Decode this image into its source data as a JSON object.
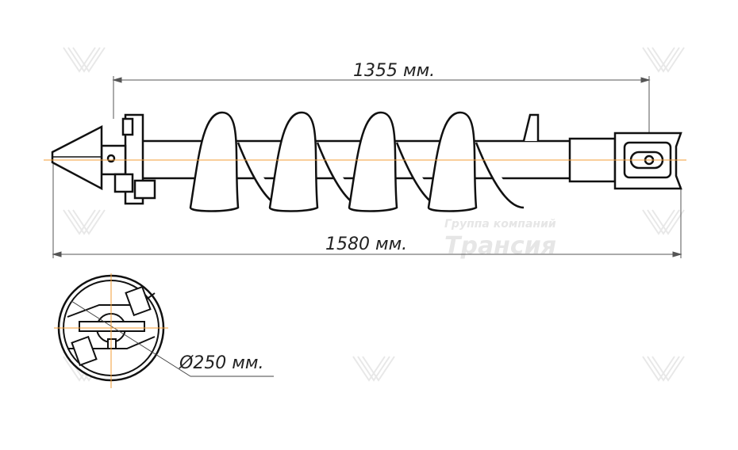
{
  "dimensions": {
    "flight_length": "1355 мм.",
    "total_length": "1580 мм.",
    "diameter": "Ø250 мм."
  },
  "watermark": {
    "line1": "Группа компаний",
    "line2": "Трансия"
  },
  "colors": {
    "outline": "#111111",
    "centerline": "#f39c34",
    "dimension_line": "#555555",
    "watermark": "#e6e6e6"
  }
}
